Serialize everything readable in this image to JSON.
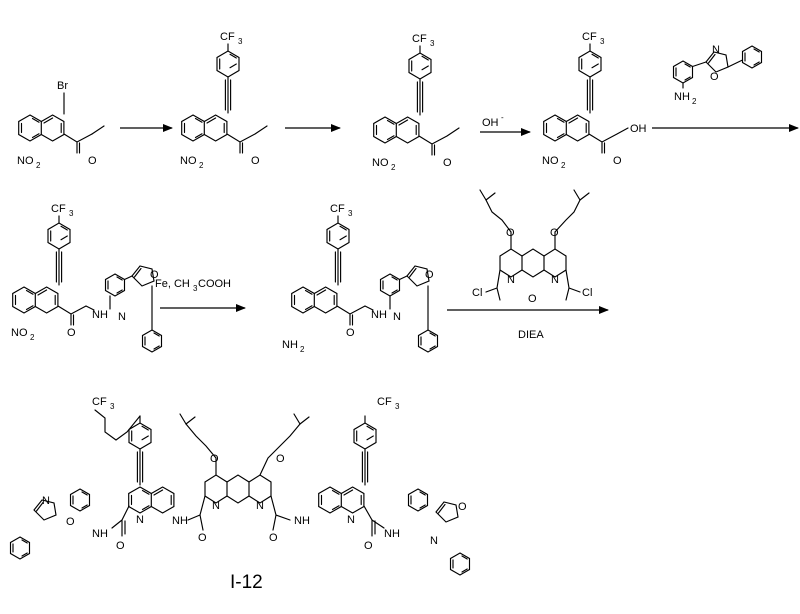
{
  "reagents": {
    "hydrolysis": "OH",
    "hydrolysis_sup": "-",
    "reduction_a": "Fe, CH",
    "reduction_sub": "3",
    "reduction_b": "COOH",
    "base": "DIEA"
  },
  "compound_label": "I-12",
  "atoms": {
    "br": "Br",
    "cf": "CF",
    "three": "3",
    "no": "NO",
    "two": "2",
    "nh": "NH",
    "n": "N",
    "o": "O",
    "oh": "OH",
    "cl": "Cl"
  }
}
